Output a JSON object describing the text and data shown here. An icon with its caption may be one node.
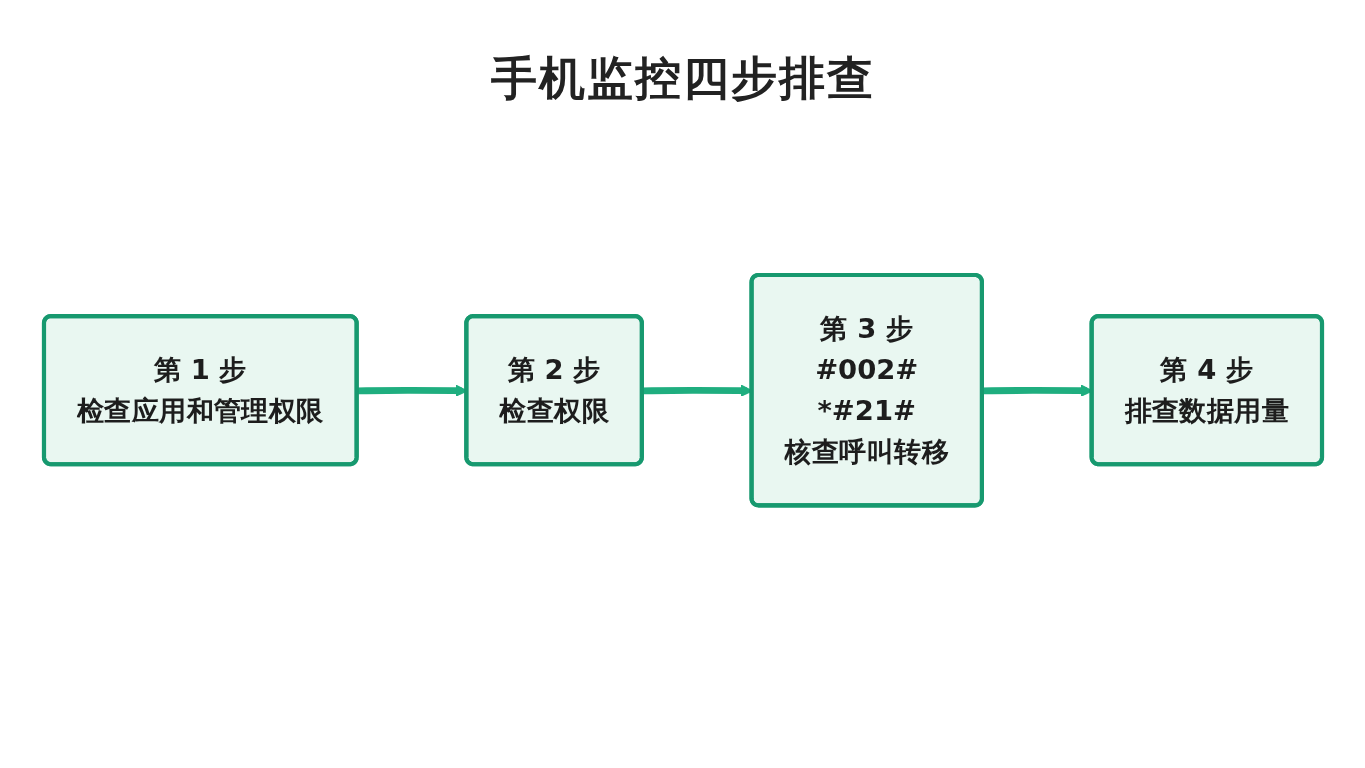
{
  "diagram": {
    "title": "手机监控四步排查",
    "nodes": [
      {
        "text": [
          "第 1 步",
          "检查应用和管理权限"
        ]
      },
      {
        "text": [
          "第 2 步",
          "检查权限"
        ]
      },
      {
        "text": [
          "第 3 步",
          "#002#",
          "*#21#",
          "核查呼叫转移"
        ]
      },
      {
        "text": [
          "第 4 步",
          "排查数据用量"
        ]
      }
    ],
    "edges": [
      {
        "from": 0,
        "to": 1,
        "arrow": "to"
      },
      {
        "from": 1,
        "to": 2,
        "arrow": "to"
      },
      {
        "from": 2,
        "to": 3,
        "arrow": "to"
      }
    ]
  }
}
